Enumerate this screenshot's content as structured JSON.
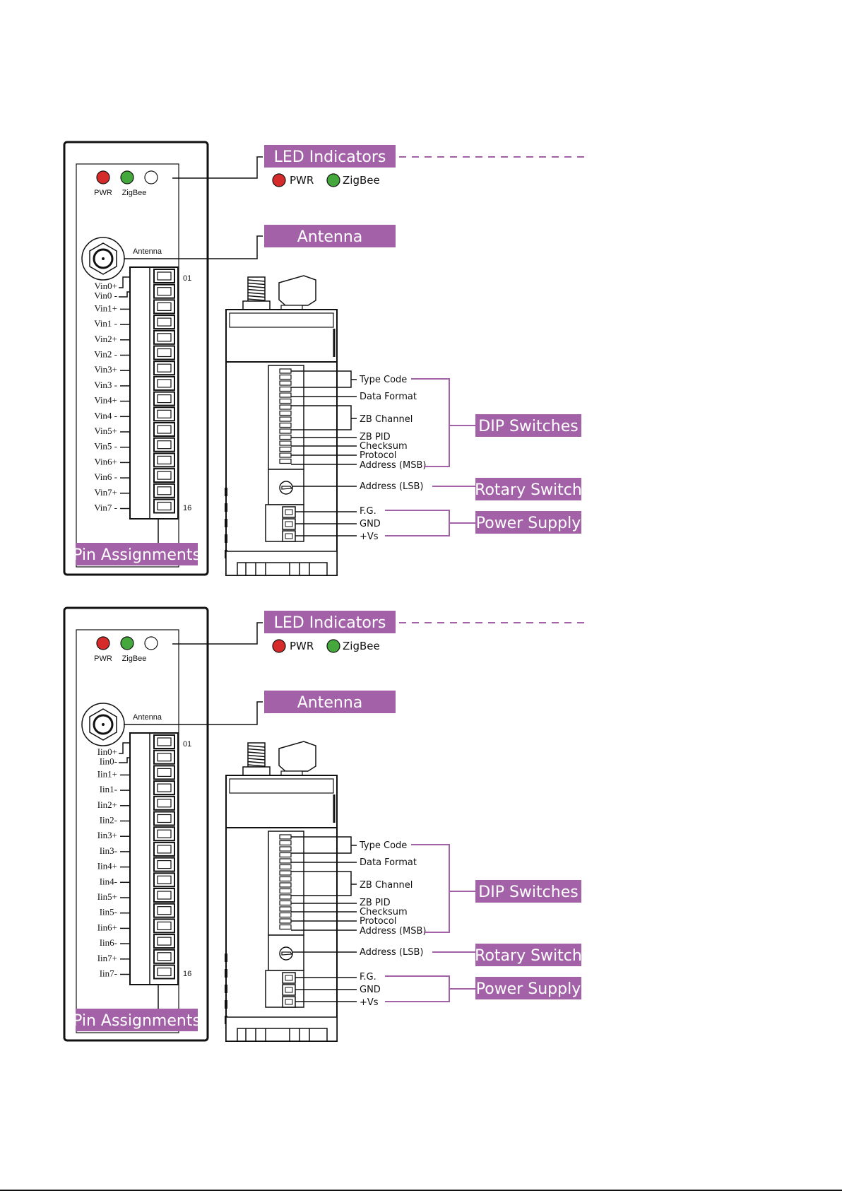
{
  "colors": {
    "callout": "#a362a8",
    "led_red": "#d62b2b",
    "led_green": "#45a83c",
    "line": "#111111"
  },
  "diagrams": [
    {
      "panel": {
        "led_labels": [
          "PWR",
          "ZigBee"
        ],
        "antenna_label": "Antenna",
        "pin_top": "01",
        "pin_bottom": "16",
        "pins": [
          "Vin0+",
          "Vin0 -",
          "Vin1+",
          "Vin1 -",
          "Vin2+",
          "Vin2 -",
          "Vin3+",
          "Vin3 -",
          "Vin4+",
          "Vin4 -",
          "Vin5+",
          "Vin5 -",
          "Vin6+",
          "Vin6 -",
          "Vin7+",
          "Vin7 -"
        ]
      },
      "callouts": {
        "led": "LED Indicators",
        "antenna": "Antenna",
        "pins": "Pin Assignments",
        "dip": "DIP Switches",
        "rotary": "Rotary Switch",
        "power": "Power Supply"
      },
      "legend": {
        "pwr": "PWR",
        "zigbee": "ZigBee"
      },
      "side_labels": {
        "type_code": "Type Code",
        "data_format": "Data Format",
        "zb_channel": "ZB Channel",
        "zb_pid": "ZB PID",
        "checksum": "Checksum",
        "protocol": "Protocol",
        "address_msb": "Address (MSB)",
        "address_lsb": "Address (LSB)",
        "fg": "F.G.",
        "gnd": "GND",
        "vs": "+Vs"
      }
    },
    {
      "panel": {
        "led_labels": [
          "PWR",
          "ZigBee"
        ],
        "antenna_label": "Antenna",
        "pin_top": "01",
        "pin_bottom": "16",
        "pins": [
          "Iin0+",
          "Iin0-",
          "Iin1+",
          "Iin1-",
          "Iin2+",
          "Iin2-",
          "Iin3+",
          "Iin3-",
          "Iin4+",
          "Iin4-",
          "Iin5+",
          "Iin5-",
          "Iin6+",
          "Iin6-",
          "Iin7+",
          "Iin7-"
        ]
      },
      "callouts": {
        "led": "LED Indicators",
        "antenna": "Antenna",
        "pins": "Pin Assignments",
        "dip": "DIP Switches",
        "rotary": "Rotary Switch",
        "power": "Power Supply"
      },
      "legend": {
        "pwr": "PWR",
        "zigbee": "ZigBee"
      },
      "side_labels": {
        "type_code": "Type Code",
        "data_format": "Data Format",
        "zb_channel": "ZB Channel",
        "zb_pid": "ZB PID",
        "checksum": "Checksum",
        "protocol": "Protocol",
        "address_msb": "Address (MSB)",
        "address_lsb": "Address (LSB)",
        "fg": "F.G.",
        "gnd": "GND",
        "vs": "+Vs"
      }
    }
  ]
}
